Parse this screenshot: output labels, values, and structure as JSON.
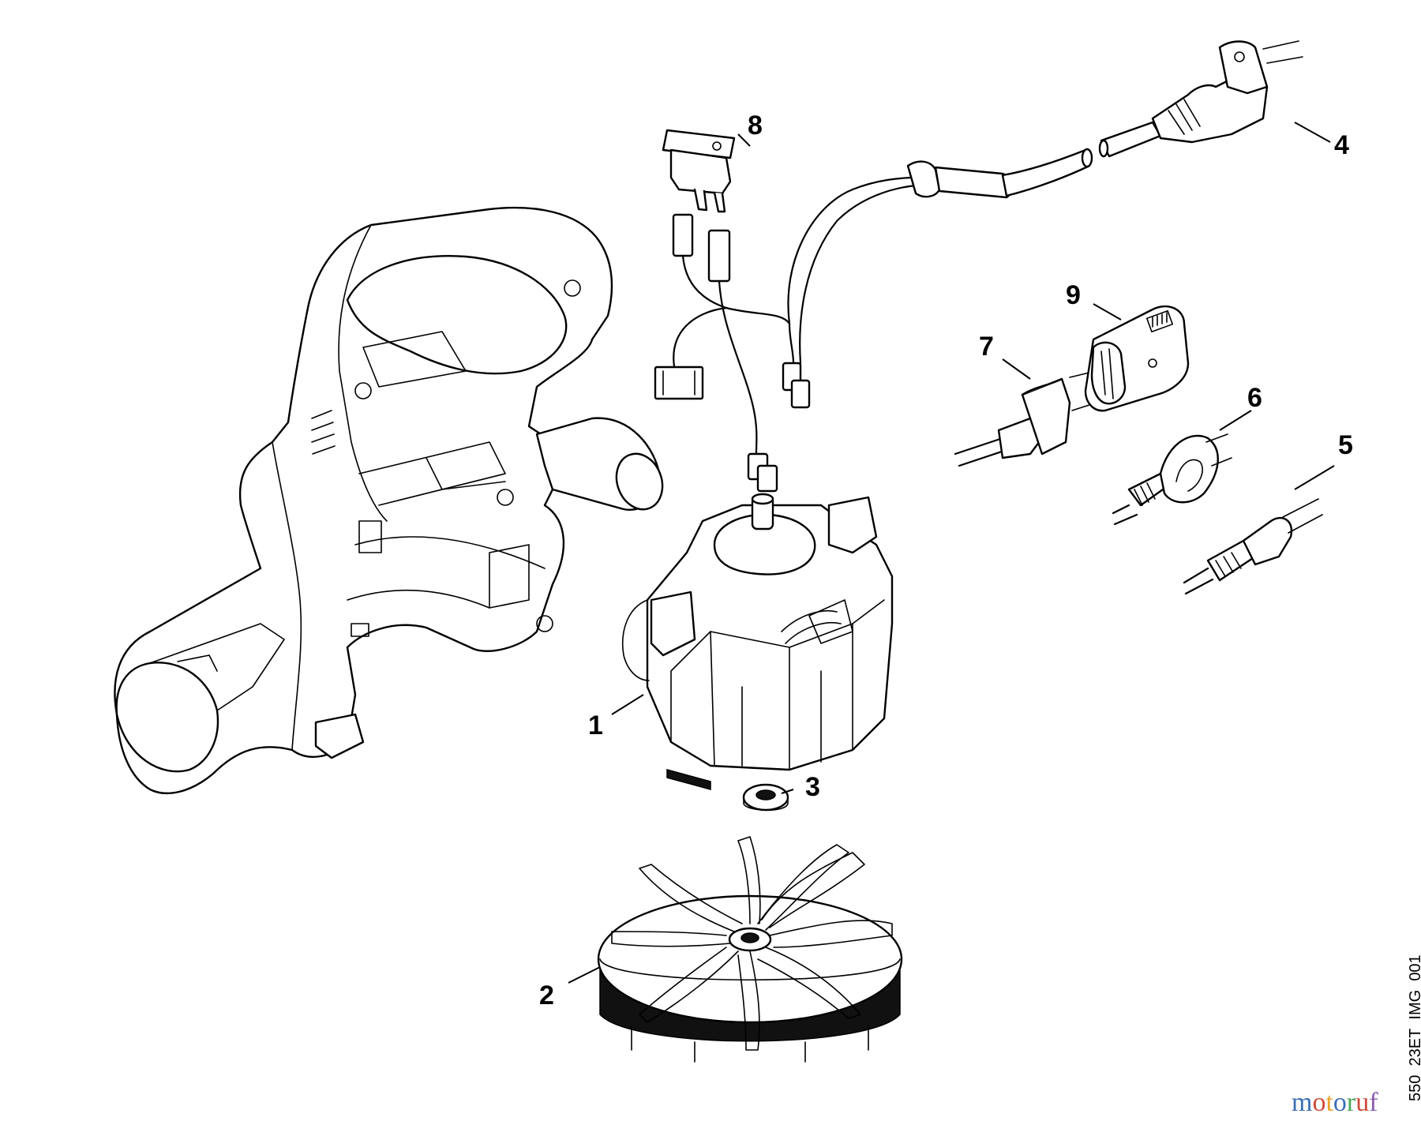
{
  "callouts": {
    "c1": "1",
    "c2": "2",
    "c3": "3",
    "c4": "4",
    "c5": "5",
    "c6": "6",
    "c7": "7",
    "c8": "8",
    "c9": "9"
  },
  "reference_code": "550_23ET_IMG_001",
  "watermark": {
    "text": "motoruf",
    "colors": [
      "#3a6fb5",
      "#d04a3a",
      "#e8a52a",
      "#3a6fb5",
      "#4aa85a",
      "#d04a3a",
      "#8a5ab0"
    ]
  }
}
